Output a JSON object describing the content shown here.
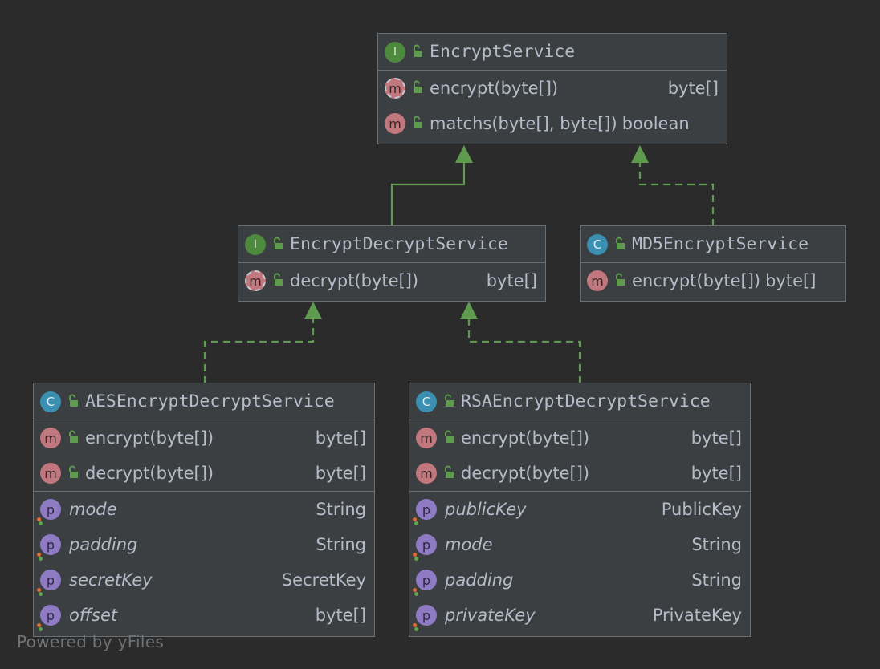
{
  "nodes": {
    "encrypt_service": {
      "title": "EncryptService",
      "kind": "I",
      "methods": [
        {
          "badge": "m",
          "name": "encrypt(byte[])",
          "type": "byte[]"
        },
        {
          "badge": "m",
          "name": "matchs(byte[], byte[])",
          "type": "boolean"
        }
      ]
    },
    "encrypt_decrypt_service": {
      "title": "EncryptDecryptService",
      "kind": "I",
      "methods": [
        {
          "badge": "m",
          "name": "decrypt(byte[])",
          "type": "byte[]"
        }
      ]
    },
    "md5_encrypt_service": {
      "title": "MD5EncryptService",
      "kind": "C",
      "methods": [
        {
          "badge": "m",
          "name": "encrypt(byte[])",
          "type": "byte[]"
        }
      ]
    },
    "aes_encrypt_decrypt_service": {
      "title": "AESEncryptDecryptService",
      "kind": "C",
      "methods": [
        {
          "badge": "m",
          "name": "encrypt(byte[])",
          "type": "byte[]"
        },
        {
          "badge": "m",
          "name": "decrypt(byte[])",
          "type": "byte[]"
        }
      ],
      "fields": [
        {
          "badge": "p",
          "name": "mode",
          "type": "String"
        },
        {
          "badge": "p",
          "name": "padding",
          "type": "String"
        },
        {
          "badge": "p",
          "name": "secretKey",
          "type": "SecretKey"
        },
        {
          "badge": "p",
          "name": "offset",
          "type": "byte[]"
        }
      ]
    },
    "rsa_encrypt_decrypt_service": {
      "title": "RSAEncryptDecryptService",
      "kind": "C",
      "methods": [
        {
          "badge": "m",
          "name": "encrypt(byte[])",
          "type": "byte[]"
        },
        {
          "badge": "m",
          "name": "decrypt(byte[])",
          "type": "byte[]"
        }
      ],
      "fields": [
        {
          "badge": "p",
          "name": "publicKey",
          "type": "PublicKey"
        },
        {
          "badge": "p",
          "name": "mode",
          "type": "String"
        },
        {
          "badge": "p",
          "name": "padding",
          "type": "String"
        },
        {
          "badge": "p",
          "name": "privateKey",
          "type": "PrivateKey"
        }
      ]
    }
  },
  "edges": [
    {
      "from": "EncryptDecryptService",
      "to": "EncryptService",
      "relation": "extends"
    },
    {
      "from": "MD5EncryptService",
      "to": "EncryptService",
      "relation": "implements"
    },
    {
      "from": "AESEncryptDecryptService",
      "to": "EncryptDecryptService",
      "relation": "implements"
    },
    {
      "from": "RSAEncryptDecryptService",
      "to": "EncryptDecryptService",
      "relation": "implements"
    }
  ],
  "icons": {
    "interface_badge": "interface-icon",
    "class_badge": "class-icon",
    "method_badge": "method-icon",
    "property_badge": "property-icon",
    "visibility": "unlock-icon"
  },
  "colors": {
    "background": "#2b2b2b",
    "node_fill": "#3c3f41",
    "edge": "#5e9b4f",
    "interface_badge": "#4e8a3e",
    "class_badge": "#3b8fb0",
    "method_badge": "#c0787e",
    "property_badge": "#8e7bc4"
  },
  "footer": "Powered by yFiles"
}
